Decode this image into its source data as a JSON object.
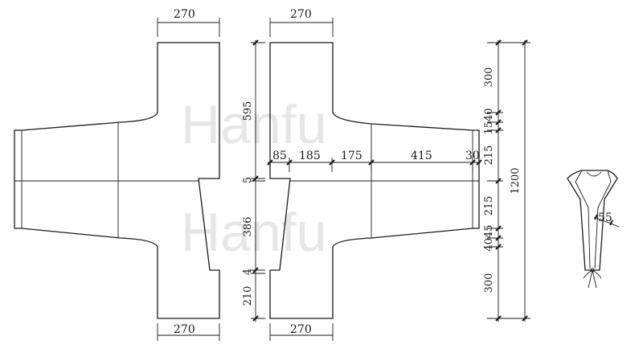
{
  "watermark": {
    "text_top": "Hanfu",
    "text_bottom": "Hanfu"
  },
  "dimensions": {
    "back_top_width": "270",
    "front_top_width": "270",
    "back_bottom_width": "270",
    "front_bottom_width": "270",
    "left_595": "595",
    "left_5": "5",
    "left_386": "386",
    "left_4": "4",
    "left_210": "210",
    "h_85": "85",
    "h_185": "185",
    "h_175": "175",
    "h_415": "415",
    "h_30": "30",
    "right_300_top": "300",
    "right_1540": "1540",
    "right_215_top": "215",
    "right_215_bottom": "215",
    "right_4045": "4045",
    "right_300_bottom": "300",
    "right_1200": "1200",
    "collar_55": "55"
  }
}
